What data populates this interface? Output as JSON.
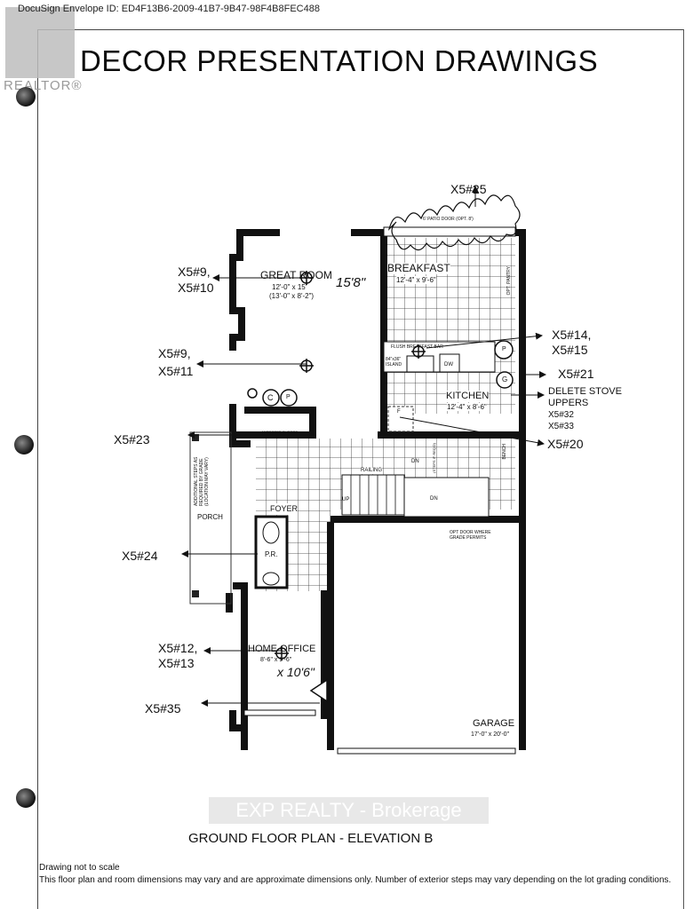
{
  "envelope_id": "DocuSign Envelope ID: ED4F13B6-2009-41B7-9B47-98F4B8FEC488",
  "logo": {
    "text": "REALTOR®"
  },
  "title": "DECOR PRESENTATION DRAWINGS",
  "rooms": {
    "great_room": {
      "name": "GREAT ROOM",
      "dim1": "12'-0\" x 15'",
      "dim2": "(13'-0\" x 8'-2\")",
      "handwritten": "15'8\""
    },
    "breakfast": {
      "name": "BREAKFAST",
      "dim": "12'-4\" x 9'-6\""
    },
    "kitchen": {
      "name": "KITCHEN",
      "dim": "12'-4\" x 8'-6\""
    },
    "foyer": {
      "name": "FOYER"
    },
    "porch": {
      "name": "PORCH",
      "note": "ADDITIONAL STEPS AS REQUIRED BY GRADE (LOCATION MAY VARY)"
    },
    "powder_room": {
      "name": "P.R."
    },
    "home_office": {
      "name": "HOME OFFICE",
      "dim": "8'-6\" x 9'-6\"",
      "handwritten": "x 10'6\""
    },
    "garage": {
      "name": "GARAGE",
      "dim": "17'-0\" x 20'-0\""
    }
  },
  "plan_labels": {
    "patio_door": "6' PATIO DOOR (OPT. 8')",
    "pantry": "OPT. PANTRY",
    "breakfast_bar": "FLUSH BREAKFAST BAR",
    "island": "84\"x36\" ISLAND",
    "dw": "DW",
    "fridge": "F",
    "stove": "G",
    "pantry_p": "P",
    "c": "C",
    "p": "P",
    "mirrored_sliders": "MIRRORED SLIDERS",
    "railing": "RAILING",
    "up": "UP",
    "dn1": "DN",
    "dn2": "DN",
    "steps": "(STEPS IF REQ'D)",
    "bench": "BENCH",
    "opt_door": "OPT DOOR WHERE GRADE PERMITS"
  },
  "callouts": {
    "c25": "X5#25",
    "c9a": "X5#9,",
    "c10": "X5#10",
    "c9b": "X5#9,",
    "c11": "X5#11",
    "c23": "X5#23",
    "c24": "X5#24",
    "c12": "X5#12,",
    "c13": "X5#13",
    "c35": "X5#35",
    "c14": "X5#14,",
    "c15": "X5#15",
    "c21": "X5#21",
    "delete1": "DELETE STOVE",
    "delete2": "UPPERS",
    "c32": "X5#32",
    "c33": "X5#33",
    "c20": "X5#20"
  },
  "plan_title": "GROUND FLOOR PLAN - ELEVATION B",
  "watermark": "EXP REALTY - Brokerage",
  "notes": {
    "scale": "Drawing not to scale",
    "disclaimer": "This floor plan and room dimensions may vary and are approximate dimensions only.  Number of exterior steps may vary depending on the lot grading conditions."
  }
}
